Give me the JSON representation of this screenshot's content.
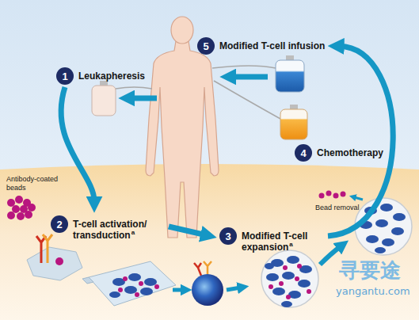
{
  "diagram": {
    "nodes": [
      {
        "text": [
          "1",
          "Leukapheresis"
        ]
      },
      {
        "text": [
          "2",
          "T-cell activation/ transduction"
        ]
      },
      {
        "text": [
          "3",
          "Modified T-cell expansion"
        ]
      },
      {
        "text": [
          "4",
          "Chemotherapy"
        ]
      },
      {
        "text": [
          "5",
          "Modified T-cell infusion"
        ]
      }
    ],
    "edges": [
      {
        "from": 0,
        "to": 1,
        "arrow": "to"
      },
      {
        "from": 1,
        "to": 2,
        "arrow": "to"
      },
      {
        "from": 2,
        "to": 4,
        "arrow": "to"
      }
    ],
    "labels": [
      "a",
      "a",
      "Antibody-coated beads",
      "Bead removal",
      "寻要途",
      "yangantu.com"
    ]
  }
}
